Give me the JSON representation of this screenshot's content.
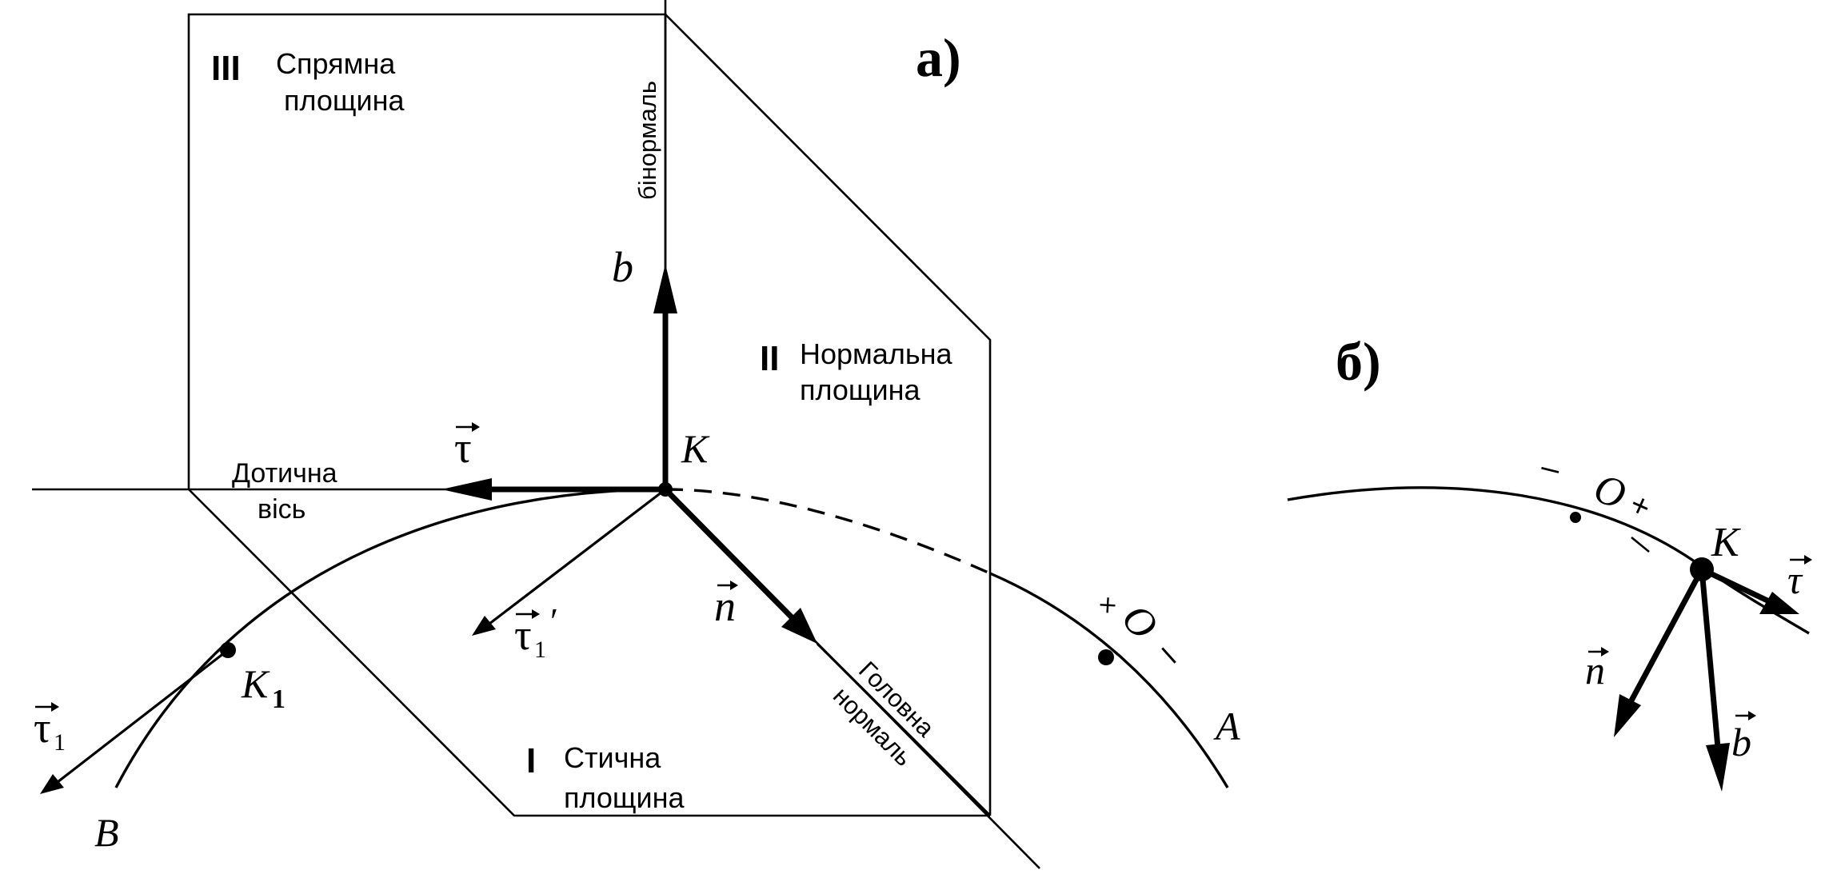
{
  "panel_a": {
    "label": "а)",
    "planes": {
      "rectifying": {
        "numeral": "III",
        "line1": "Спрямна",
        "line2": "площина"
      },
      "normal": {
        "numeral": "II",
        "line1": "Нормальна",
        "line2": "площина"
      },
      "osculating": {
        "numeral": "I",
        "line1": "Стична",
        "line2": "площина"
      }
    },
    "axes": {
      "binormal": "бінормаль",
      "tangent_line1": "Дотична",
      "tangent_line2": "вісь",
      "normal_line1": "Головна",
      "normal_line2": "нормаль"
    },
    "points": {
      "K": "K",
      "K1_letter": "K",
      "K1_sub": "1",
      "A": "A",
      "B": "B"
    },
    "origin": {
      "cross": "×",
      "letter": "O",
      "minus": "–"
    },
    "vectors": {
      "tau": "τ",
      "n": "n",
      "b": "b",
      "tau1": "τ",
      "tau1_sub": "1",
      "tau1p": "τ",
      "tau1p_sub": "1",
      "tau1p_prime": "′"
    }
  },
  "panel_b": {
    "label": "б)",
    "points": {
      "K": "K"
    },
    "origin": {
      "minus": "–",
      "letter": "O",
      "plus": "+"
    },
    "vectors": {
      "tau": "τ",
      "n": "n",
      "b": "b"
    }
  }
}
